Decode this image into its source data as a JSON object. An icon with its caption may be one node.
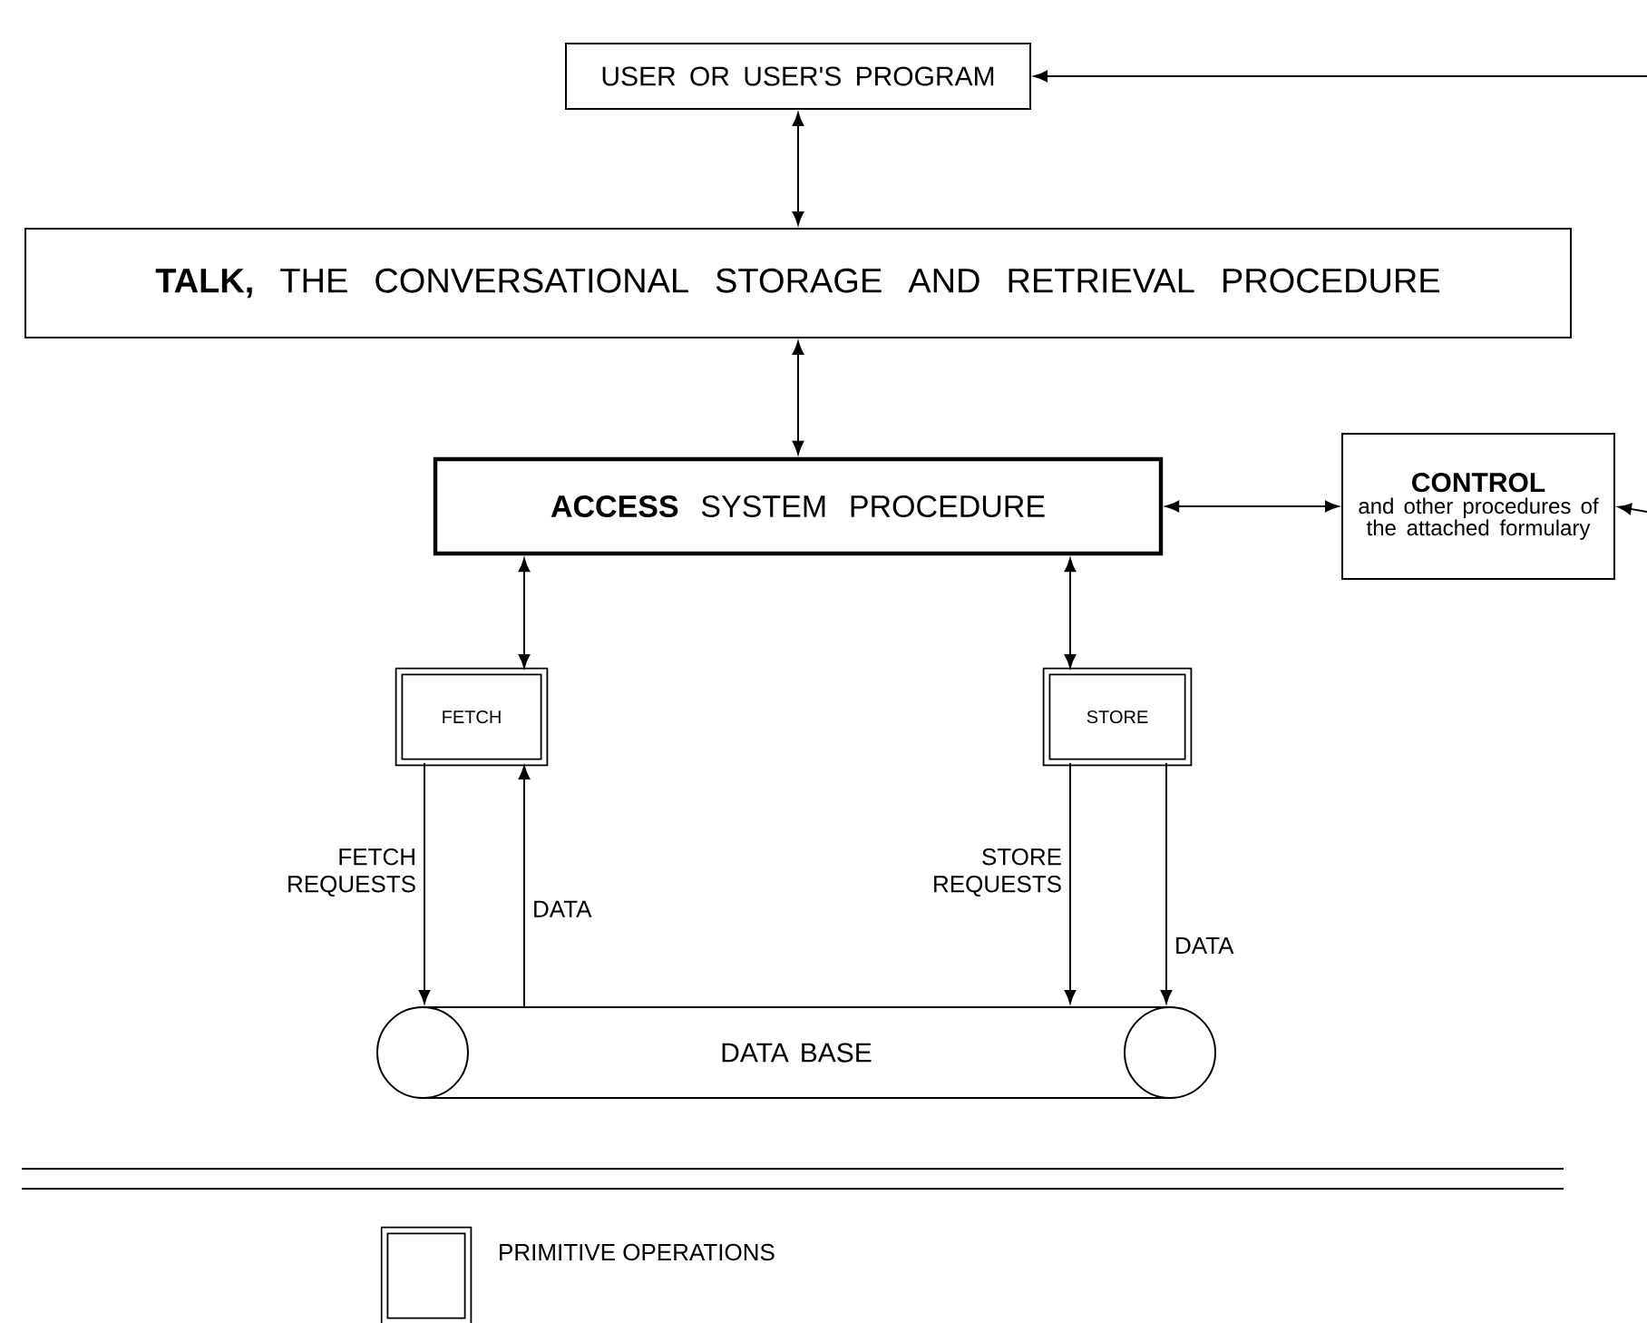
{
  "diagram": {
    "nodes": [
      {
        "text": [
          "USER OR USER'S PROGRAM"
        ]
      },
      {
        "text": [
          "**TALK,** THE CONVERSATIONAL STORAGE AND RETRIEVAL PROCEDURE"
        ]
      },
      {
        "text": [
          "**ACCESS** SYSTEM PROCEDURE"
        ]
      },
      {
        "text": [
          "CONTROL",
          "and other procedures of the attached formulary"
        ]
      },
      {
        "text": [
          "FETCH"
        ]
      },
      {
        "text": [
          "STORE"
        ]
      },
      {
        "text": [
          "DATA BASE"
        ]
      }
    ],
    "edges": [
      {
        "from": 0,
        "to": 1,
        "arrow": "both"
      },
      {
        "from": 1,
        "to": 2,
        "arrow": "both"
      },
      {
        "from": 2,
        "to": 3,
        "arrow": "both"
      },
      {
        "from": 2,
        "to": 4,
        "arrow": "both"
      },
      {
        "from": 2,
        "to": 5,
        "arrow": "both"
      },
      {
        "from": 4,
        "to": 6,
        "arrow": "to",
        "label": "FETCH REQUESTS"
      },
      {
        "from": 6,
        "to": 4,
        "arrow": "to",
        "label": "DATA"
      },
      {
        "from": 5,
        "to": 6,
        "arrow": "to",
        "label": "STORE REQUESTS"
      },
      {
        "from": 5,
        "to": 6,
        "arrow": "to",
        "label": "DATA"
      },
      {
        "from": null,
        "to": 0,
        "arrow": "to"
      },
      {
        "from": null,
        "to": 3,
        "arrow": "to"
      }
    ],
    "legend": [
      {
        "text": "PRIMITIVE OPERATIONS"
      }
    ]
  }
}
